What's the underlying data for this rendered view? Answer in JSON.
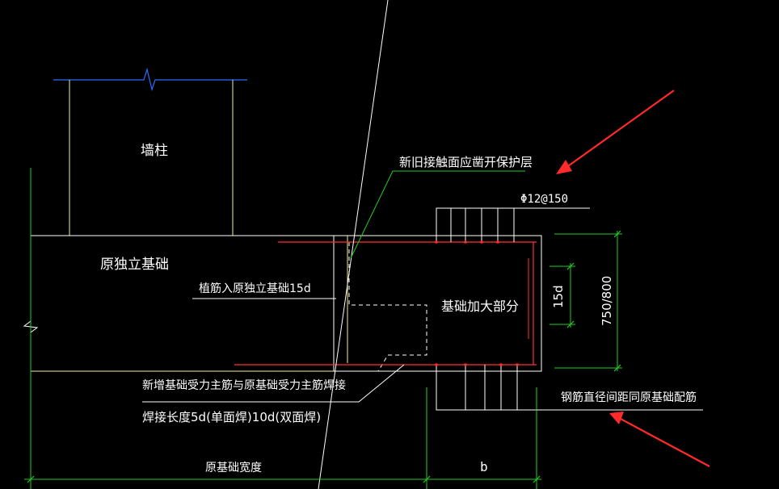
{
  "colors": {
    "background": "#000000",
    "wall_outline": "#f0f090",
    "dimension": "#22cc22",
    "rebar": "#ff3030",
    "break_line": "#2a6cff",
    "text": "#ffffff",
    "leader": "#ffffff",
    "arrow": "#ff2a2a"
  },
  "labels": {
    "wall_column": "墙柱",
    "original_footing": "原独立基础",
    "enlarged_part": "基础加大部分",
    "protect_layer_note": "新旧接触面应凿开保护层",
    "rebar_spec": "Φ12@150",
    "anchor_note": "植筋入原独立基础15d",
    "weld_note_1": "新增基础受力主筋与原基础受力主筋焊接",
    "weld_note_2": "焊接长度5d(单面焊)10d(双面焊)",
    "rebar_match_note": "钢筋直径间距同原基础配筋",
    "dim_15d": "15d",
    "dim_height": "750/800",
    "dim_original_width": "原基础宽度",
    "dim_b": "b"
  },
  "icons": {
    "arrow_top": "red-arrow-icon",
    "arrow_bottom": "red-arrow-icon"
  }
}
